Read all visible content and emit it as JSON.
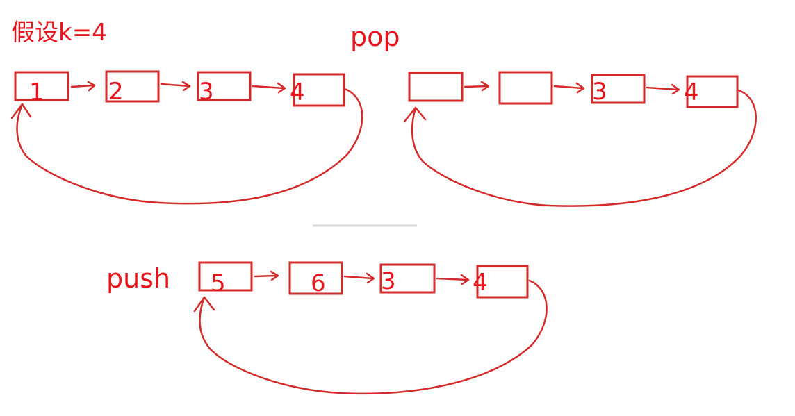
{
  "title": "假设k=4",
  "diagrams": [
    {
      "caption": "",
      "nodes": [
        "1",
        "2",
        "3",
        "4"
      ]
    },
    {
      "caption": "pop",
      "nodes": [
        "",
        "",
        "3",
        "4"
      ]
    },
    {
      "caption": "push",
      "nodes": [
        "5",
        "6",
        "3",
        "4"
      ]
    }
  ],
  "colors": {
    "ink": "#e8141c",
    "stroke": "#d42a2a",
    "background": "#ffffff"
  }
}
